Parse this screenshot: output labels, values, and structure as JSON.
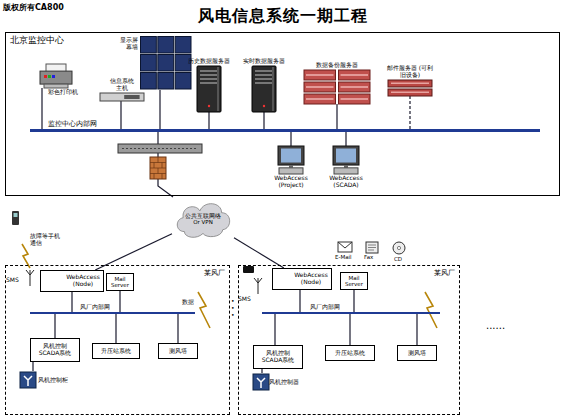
{
  "diagram": {
    "title": "风电信息系统一期工程",
    "nodes": [
      {
        "text": [
          "北京监控中心"
        ]
      },
      {
        "text": [
          "显示屏幕墙"
        ],
        "in": 0
      },
      {
        "text": [
          "信息系统主机"
        ],
        "in": 0
      },
      {
        "text": [
          "彩色打印机"
        ],
        "in": 0
      },
      {
        "text": [
          "历史数据服务器"
        ],
        "in": 0
      },
      {
        "text": [
          "实时数据服务器"
        ],
        "in": 0
      },
      {
        "text": [
          "数据备份服务器"
        ],
        "in": 0
      },
      {
        "text": [
          "邮件服务器 (可利旧设备)"
        ],
        "in": 0
      },
      {
        "text": [
          "监控中心内部网"
        ],
        "in": 0
      },
      {
        "text": [
          "WebAccess (Project)"
        ],
        "in": 0
      },
      {
        "text": [
          "WebAccess (SCADA)"
        ],
        "in": 0
      },
      {
        "text": [
          "公共互联网络 Or VPN"
        ]
      },
      {
        "text": [
          "某风厂"
        ]
      },
      {
        "text": [
          "WebAccess (Node)"
        ],
        "in": 12
      },
      {
        "text": [
          "Mail Server"
        ],
        "in": 12
      },
      {
        "text": [
          "风厂内部网"
        ],
        "in": 12
      },
      {
        "text": [
          "风机控制 SCADA系统"
        ],
        "in": 12
      },
      {
        "text": [
          "升压站系统"
        ],
        "in": 12
      },
      {
        "text": [
          "测风塔"
        ],
        "in": 12
      },
      {
        "text": [
          "风机控制柜"
        ],
        "in": 12
      },
      {
        "text": [
          "某风厂"
        ]
      },
      {
        "text": [
          "WebAccess (Node)"
        ],
        "in": 20
      },
      {
        "text": [
          "Mail Server"
        ],
        "in": 20
      },
      {
        "text": [
          "风厂内部网"
        ],
        "in": 20
      },
      {
        "text": [
          "风机控制 SCADA系统"
        ],
        "in": 20
      },
      {
        "text": [
          "升压站系统"
        ],
        "in": 20
      },
      {
        "text": [
          "测风塔"
        ],
        "in": 20
      },
      {
        "text": [
          "风机控制器"
        ],
        "in": 20
      }
    ],
    "edges": [
      {
        "from": 1,
        "to": 8,
        "arrow": "none"
      },
      {
        "from": 2,
        "to": 8,
        "arrow": "none"
      },
      {
        "from": 3,
        "to": 8,
        "arrow": "none"
      },
      {
        "from": 4,
        "to": 8,
        "arrow": "none"
      },
      {
        "from": 5,
        "to": 8,
        "arrow": "none"
      },
      {
        "from": 6,
        "to": 8,
        "arrow": "none"
      },
      {
        "from": 7,
        "to": 8,
        "arrow": "none"
      },
      {
        "from": 9,
        "to": 8,
        "arrow": "none"
      },
      {
        "from": 10,
        "to": 8,
        "arrow": "none"
      },
      {
        "from": 8,
        "to": 11,
        "arrow": "none"
      },
      {
        "from": 11,
        "to": 13,
        "arrow": "none"
      },
      {
        "from": 11,
        "to": 21,
        "arrow": "none"
      },
      {
        "from": 13,
        "to": 15,
        "arrow": "none"
      },
      {
        "from": 14,
        "to": 15,
        "arrow": "none"
      },
      {
        "from": 16,
        "to": 15,
        "arrow": "none"
      },
      {
        "from": 17,
        "to": 15,
        "arrow": "none"
      },
      {
        "from": 18,
        "to": 15,
        "arrow": "none"
      },
      {
        "from": 19,
        "to": 16,
        "arrow": "none"
      },
      {
        "from": 21,
        "to": 23,
        "arrow": "none"
      },
      {
        "from": 22,
        "to": 23,
        "arrow": "none"
      },
      {
        "from": 24,
        "to": 23,
        "arrow": "none"
      },
      {
        "from": 25,
        "to": 23,
        "arrow": "none"
      },
      {
        "from": 26,
        "to": 23,
        "arrow": "none"
      },
      {
        "from": 27,
        "to": 24,
        "arrow": "none"
      }
    ],
    "labels": [
      "版权所有CA800",
      "故障等手机 通信",
      "SMS",
      "数据",
      "• • •",
      "SMS",
      "E-Mail",
      "Fax",
      "CD",
      "......"
    ]
  }
}
